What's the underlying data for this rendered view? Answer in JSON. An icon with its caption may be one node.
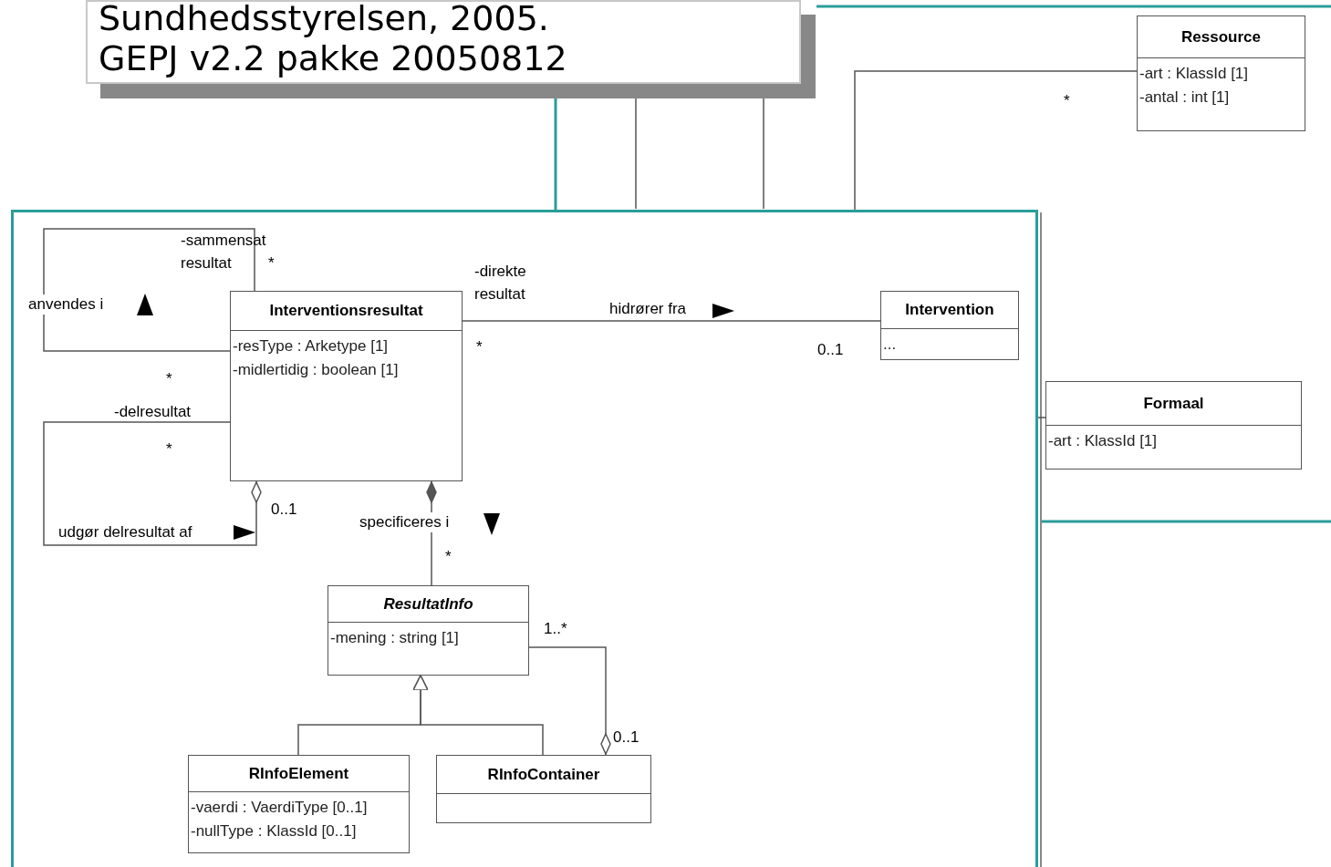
{
  "diagram": {
    "nodes": [
      {
        "text": [
          "Sundhedsstyrelsen, 2005.",
          "GEPJ v2.2 pakke 20050812"
        ]
      },
      {
        "text": [
          "Ressource",
          "-art : KlassId [1]",
          "-antal : int [1]"
        ]
      },
      {
        "text": [],
        "shape": "box"
      },
      {
        "text": [
          "Interventionsresultat",
          "-resType : Arketype [1]",
          "-midlertidig : boolean [1]"
        ],
        "in": 2
      },
      {
        "text": [
          "Intervention",
          "..."
        ],
        "in": 2
      },
      {
        "text": [
          "Formaal",
          "-art : KlassId [1]"
        ]
      },
      {
        "text": [
          "ResultatInfo",
          "-mening : string [1]"
        ],
        "in": 2
      },
      {
        "text": [
          "RInfoElement",
          "-vaerdi : VaerdiType [0..1]",
          "-nullType : KlassId [0..1]"
        ],
        "in": 2
      },
      {
        "text": [
          "RInfoContainer"
        ],
        "in": 2
      }
    ],
    "edges": [
      {
        "from": 3,
        "to": 3,
        "arrow": "none",
        "label": "anvendes i"
      },
      {
        "from": 3,
        "to": 3,
        "arrow": "other",
        "label": "udgør delresultat af"
      },
      {
        "from": 3,
        "to": 4,
        "arrow": "none",
        "label": "hidrører fra"
      },
      {
        "from": 3,
        "to": 6,
        "arrow": "other",
        "label": "specificeres i"
      },
      {
        "from": 7,
        "to": 6,
        "arrow": "to"
      },
      {
        "from": 8,
        "to": 6,
        "arrow": "to"
      },
      {
        "from": 6,
        "to": 8,
        "arrow": "other"
      },
      {
        "from": 1,
        "to": 2,
        "arrow": "none"
      },
      {
        "from": 5,
        "to": 2,
        "arrow": "none"
      }
    ],
    "labels": [
      "*",
      "-sammensat resultat",
      "*",
      "-direkte resultat",
      "*",
      "0..1",
      "*",
      "-delresultat",
      "*",
      "0..1",
      "*",
      "1..*",
      "0..1"
    ]
  }
}
